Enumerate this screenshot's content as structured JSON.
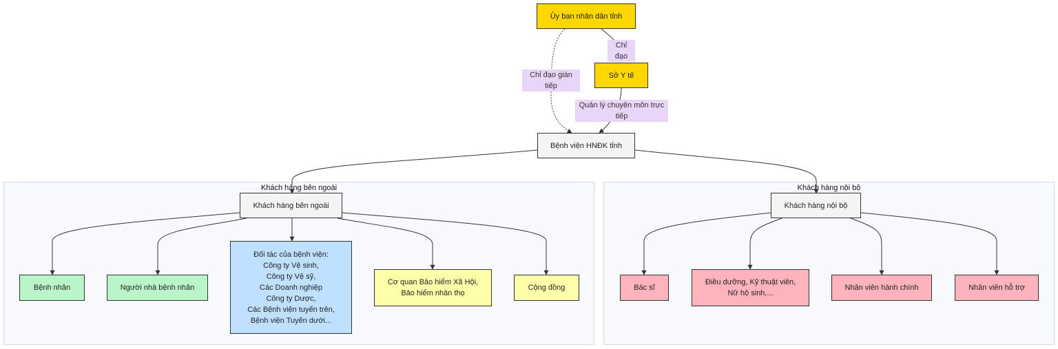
{
  "nodes": {
    "ubnd": "Ủy ban nhân dân tỉnh",
    "soyte": "Sở Y tế",
    "benhvien": "Bệnh viện HNĐK tỉnh",
    "kh_ngoai": "Khách hàng bên ngoài",
    "kh_noi": "Khách hàng nội bộ",
    "benhnhan": "Bệnh nhân",
    "nguoinha": "Người nhà bệnh nhân",
    "doitac": "Đối tác của bệnh viện:\nCông ty Vệ sinh,\nCông ty Vệ sỹ,\nCác Doanh nghiệp\nCông ty Dược,\nCác Bệnh viện tuyến trên,\nBệnh viện Tuyến dưới...",
    "baohiem": "Cơ quan Bảo hiểm Xã Hội,\nBảo hiểm nhân thọ",
    "congdong": "Cộng đồng",
    "bacsi": "Bác sĩ",
    "dieuduong": "Điều dưỡng, Kỹ thuật viên,\nNữ hộ sinh,...",
    "hanhchinh": "Nhân viên hành chính",
    "hotro": "Nhân viên hỗ trợ"
  },
  "edge_labels": {
    "chidao": "Chỉ đạo",
    "chidao_giantiep": "Chỉ đạo gián tiếp",
    "quanly": "Quản lý chuyên môn trực\ntiếp"
  },
  "clusters": {
    "ngoai": "Khách hàng bên ngoài",
    "noi": "Khách hàng nội bộ"
  },
  "colors": {
    "yellow_dark": "#ffd700",
    "green": "#b9f5c9",
    "blue": "#bfe0ff",
    "cream": "#ffffaa",
    "pink": "#ffb3bc",
    "label_bg": "#e8d5f8"
  }
}
